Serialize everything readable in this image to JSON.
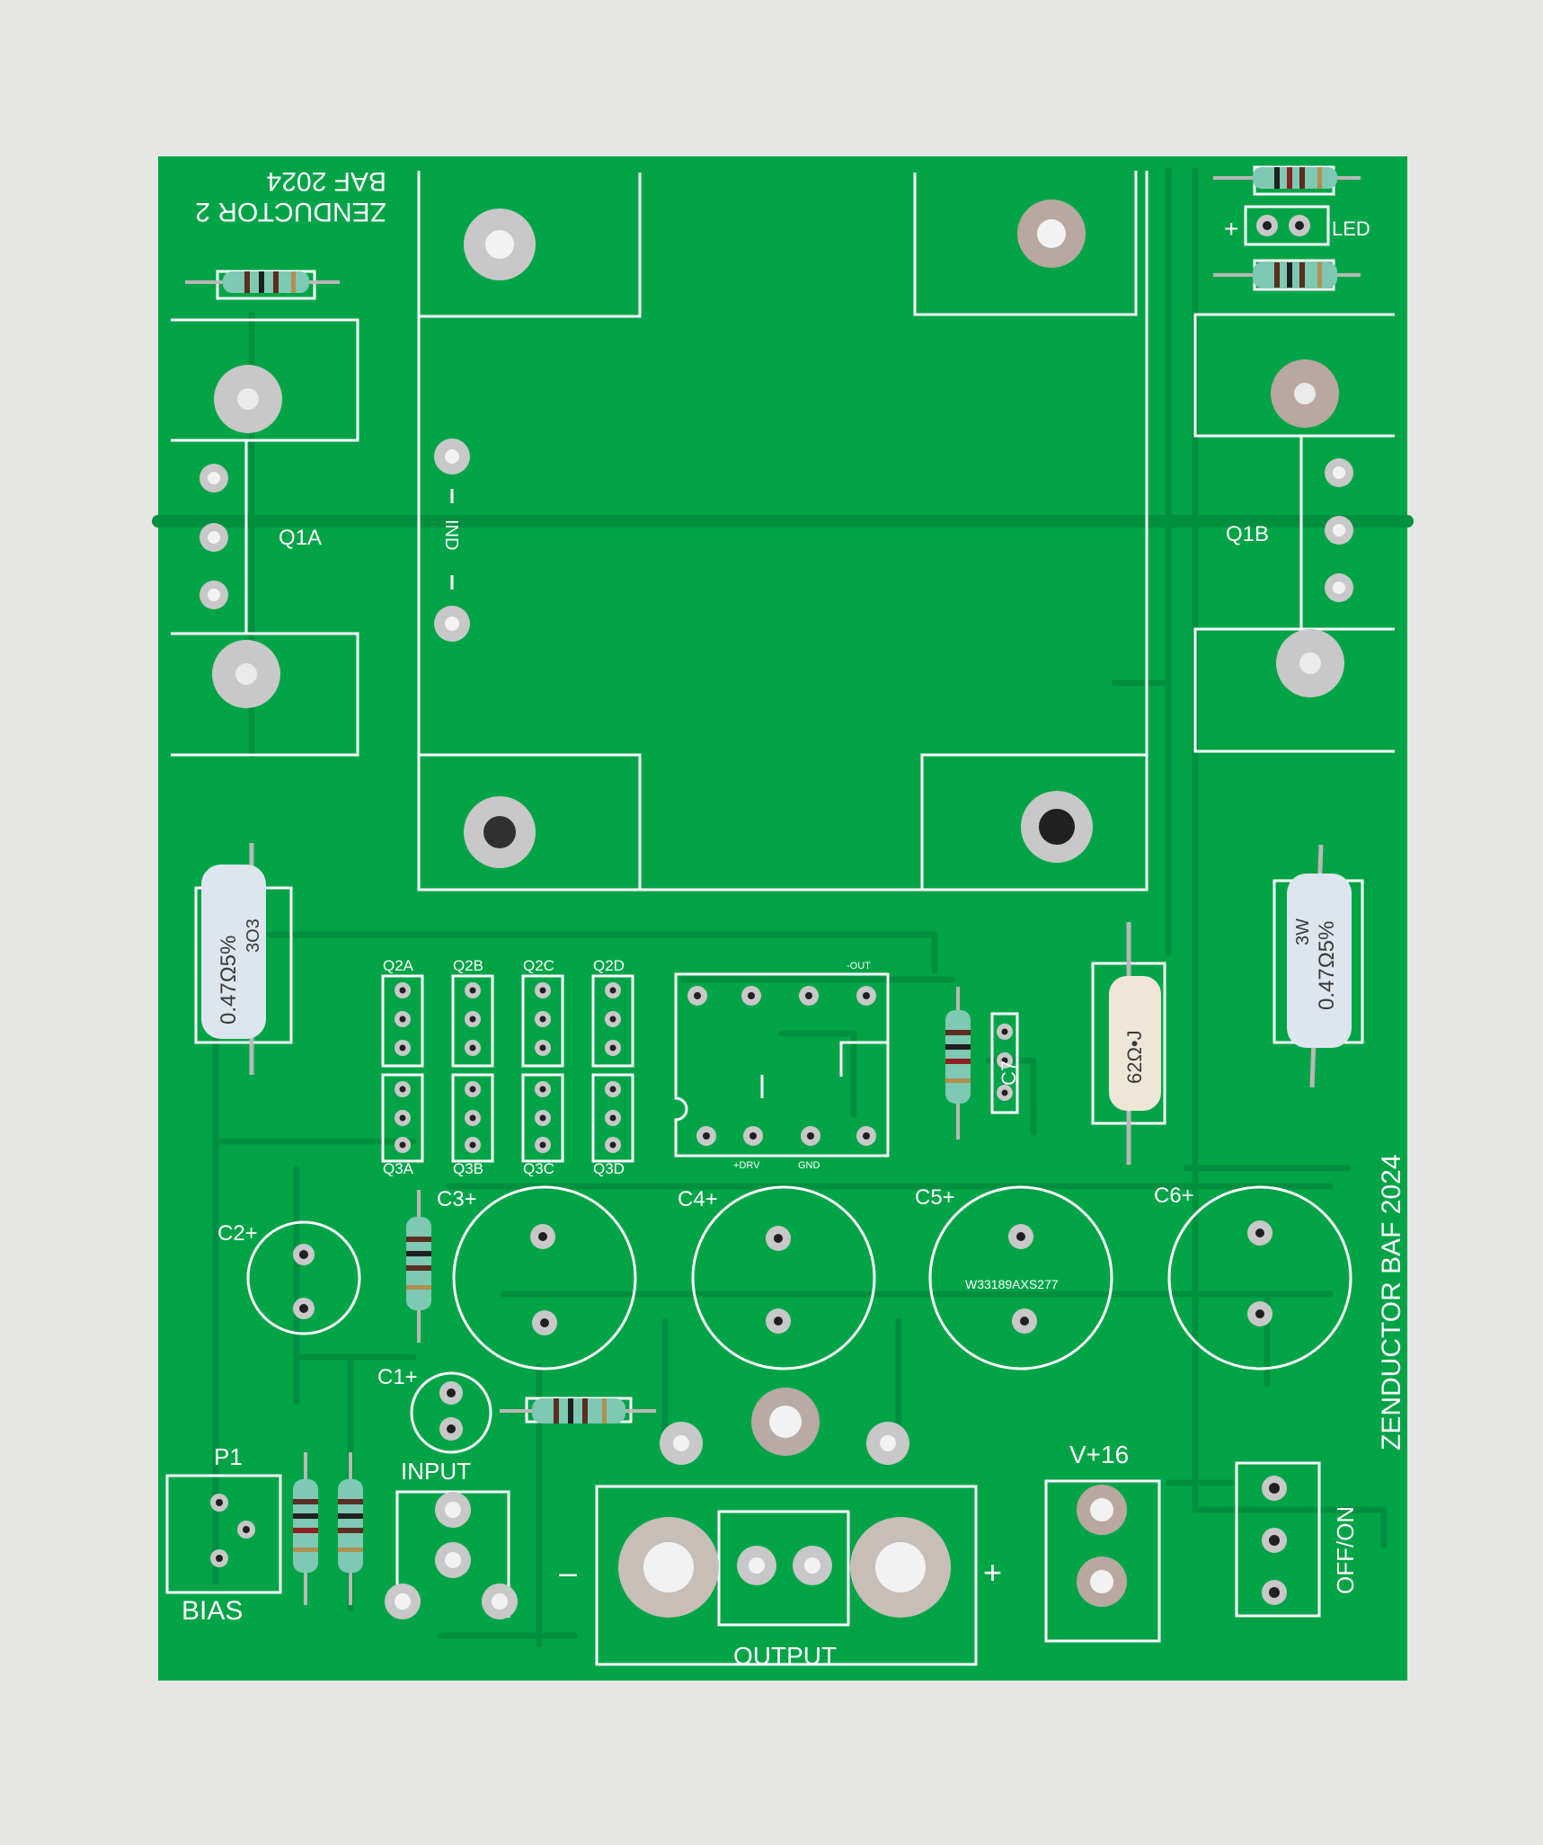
{
  "colors": {
    "background": "#e6e6e4",
    "solder_mask": "#00a447",
    "silkscreen": "#ffffff",
    "pad": "#c8c8c8",
    "resistor_body_small": "#7fc8b4",
    "resistor_body_power": "#dde6ee",
    "resistor_body_ceramic": "#efe6d8"
  },
  "board": {
    "title_top_line1": "ZENDUCTOR 2",
    "title_top_line2": "BAF 2024",
    "title_side": "ZENDUCTOR BAF 2024"
  },
  "labels": {
    "q1a": "Q1A",
    "q1b": "Q1B",
    "ind": "IND",
    "led": "LED",
    "led_plus": "+",
    "q2a": "Q2A",
    "q2b": "Q2B",
    "q2c": "Q2C",
    "q2d": "Q2D",
    "q3a": "Q3A",
    "q3b": "Q3B",
    "q3c": "Q3C",
    "q3d": "Q3D",
    "ic_out": "-OUT",
    "ic_drv": "+DRV",
    "ic_gnd": "GND",
    "c1": "C1+",
    "c2": "C2+",
    "c3": "C3+",
    "c4": "C4+",
    "c5": "C5+",
    "c6": "C6+",
    "c7": "C7",
    "c5_marking": "W33189AXS277",
    "p1": "P1",
    "bias": "BIAS",
    "input": "INPUT",
    "output": "OUTPUT",
    "output_minus": "–",
    "output_plus": "+",
    "vplus": "V+16",
    "offon": "OFF/ON"
  },
  "components": {
    "power_resistor_left_value": "0.47Ω5%",
    "power_resistor_left_code": "3O3",
    "power_resistor_right_value": "0.47Ω5%",
    "power_resistor_right_watt": "3W",
    "ceramic_resistor_value": "62Ω•J"
  }
}
